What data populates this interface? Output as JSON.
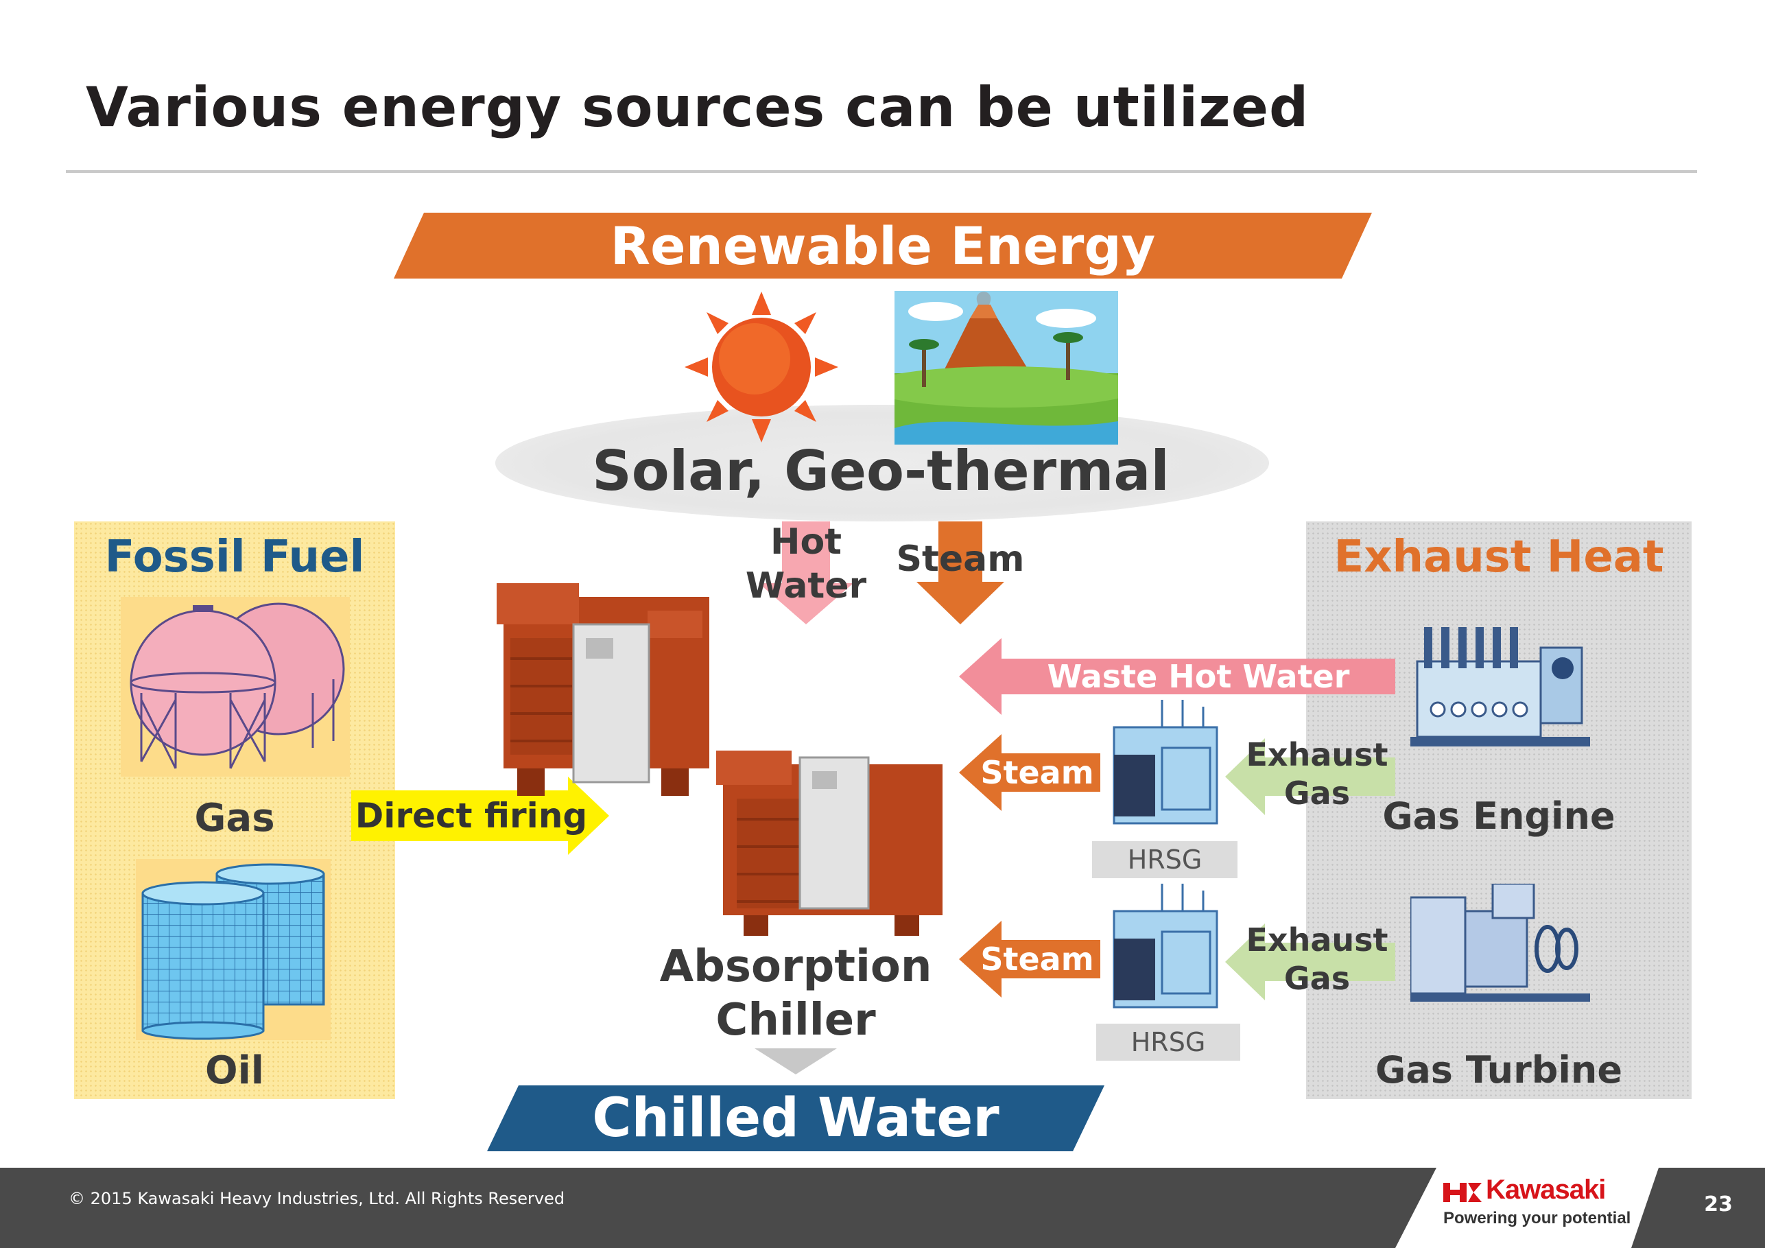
{
  "title": "Various energy sources can be utilized",
  "renewable": {
    "banner": "Renewable Energy",
    "label": "Solar, Geo-thermal"
  },
  "renewable_arrows": {
    "hot_water_1": "Hot",
    "hot_water_2": "Water",
    "steam": "Steam"
  },
  "fossil": {
    "heading": "Fossil Fuel",
    "gas": "Gas",
    "oil": "Oil",
    "direct_firing": "Direct firing"
  },
  "exhaust": {
    "heading": "Exhaust Heat",
    "waste_hot_water": "Waste Hot Water",
    "steam_top": "Steam",
    "steam_bottom": "Steam",
    "exhaust_gas_top_1": "Exhaust",
    "exhaust_gas_top_2": "Gas",
    "exhaust_gas_bottom_1": "Exhaust",
    "exhaust_gas_bottom_2": "Gas",
    "hrsg_top": "HRSG",
    "hrsg_bottom": "HRSG",
    "gas_engine": "Gas Engine",
    "gas_turbine": "Gas Turbine"
  },
  "chiller": {
    "label_1": "Absorption",
    "label_2": "Chiller",
    "output": "Chilled Water"
  },
  "footer": {
    "copyright": "© 2015 Kawasaki Heavy Industries, Ltd. All Rights Reserved",
    "brand": "Kawasaki",
    "tagline": "Powering your potential",
    "page": "23"
  },
  "colors": {
    "orange": "#e0712b",
    "blue": "#1f5a89",
    "pink": "#f28e9a",
    "green": "#c8e0a8",
    "yellow": "#fff200",
    "brand_red": "#d7141a"
  }
}
